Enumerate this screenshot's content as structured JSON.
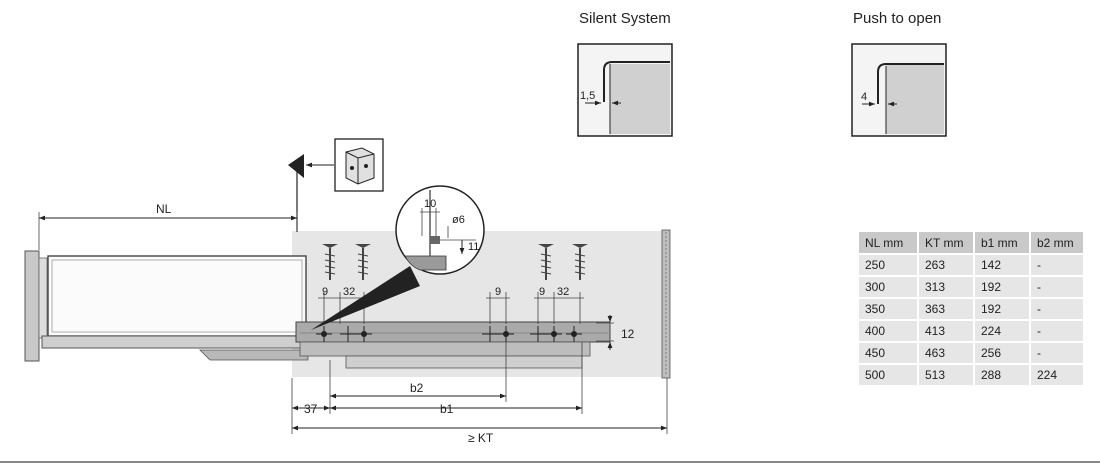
{
  "variants": {
    "silent": {
      "title": "Silent System",
      "dim": "1,5"
    },
    "push": {
      "title": "Push to open",
      "dim": "4"
    }
  },
  "drawing": {
    "nl": "NL",
    "kt": "≥ KT",
    "b1": "b1",
    "b2": "b2",
    "offset_37": "37",
    "spacing_9": "9",
    "spacing_32": "32",
    "height_12": "12",
    "detail_10": "10",
    "detail_dia": "ø6",
    "detail_11": "11"
  },
  "table": {
    "headers": [
      "NL mm",
      "KT mm",
      "b1 mm",
      "b2 mm"
    ],
    "rows": [
      [
        "250",
        "263",
        "142",
        "-"
      ],
      [
        "300",
        "313",
        "192",
        "-"
      ],
      [
        "350",
        "363",
        "192",
        "-"
      ],
      [
        "400",
        "413",
        "224",
        "-"
      ],
      [
        "450",
        "463",
        "256",
        "-"
      ],
      [
        "500",
        "513",
        "288",
        "224"
      ]
    ]
  }
}
